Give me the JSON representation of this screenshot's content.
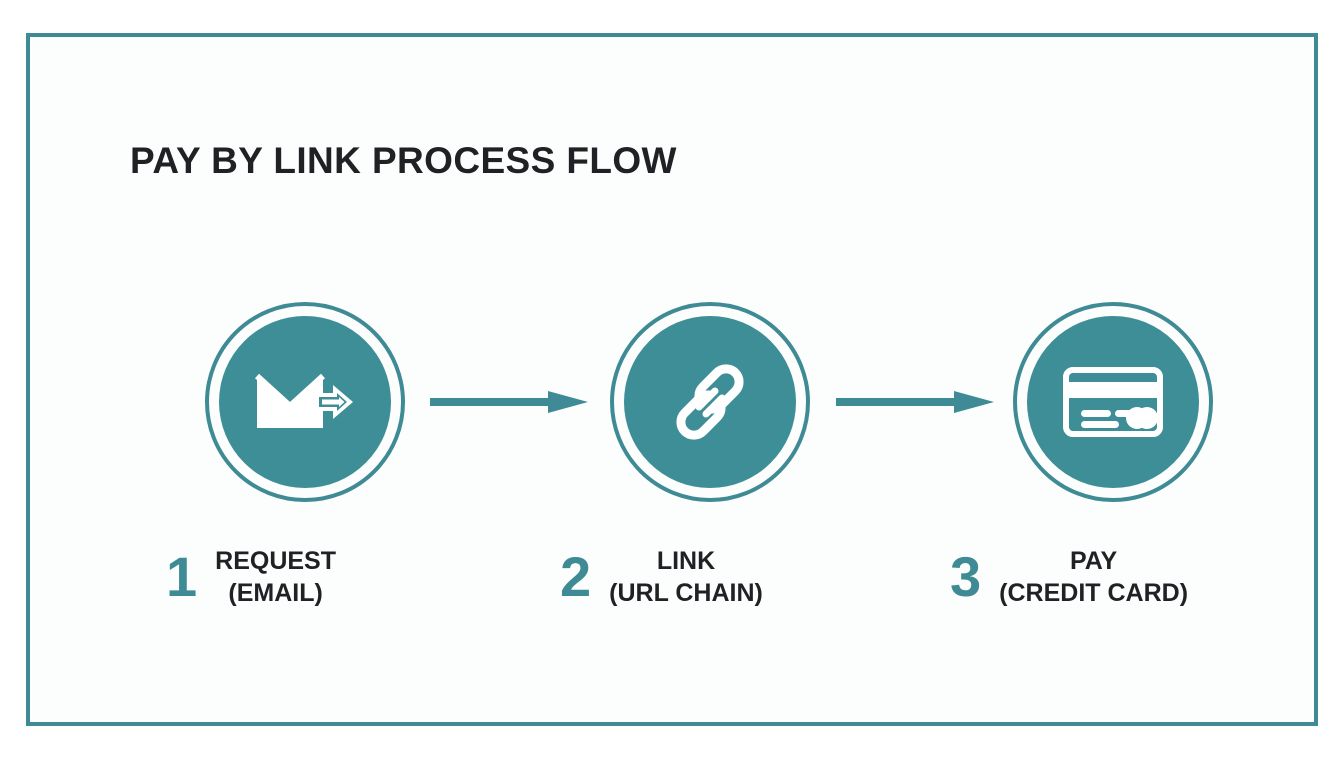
{
  "page": {
    "title": "PAY BY LINK PROCESS FLOW",
    "background_color": "#ffffff",
    "panel_color": "#fcfdfd",
    "accent_color": "#3f8b95",
    "icon_circle_color": "#3d8e97",
    "text_color": "#1f2124"
  },
  "steps": [
    {
      "number": "1",
      "title": "REQUEST",
      "subtitle": "(EMAIL)",
      "icon": "envelope-send-icon"
    },
    {
      "number": "2",
      "title": "LINK",
      "subtitle": "(URL CHAIN)",
      "icon": "chain-link-icon"
    },
    {
      "number": "3",
      "title": "PAY",
      "subtitle": "(CREDIT CARD)",
      "icon": "credit-card-icon"
    }
  ],
  "connectors": [
    {
      "name": "arrow-step1-to-step2"
    },
    {
      "name": "arrow-step2-to-step3"
    }
  ]
}
